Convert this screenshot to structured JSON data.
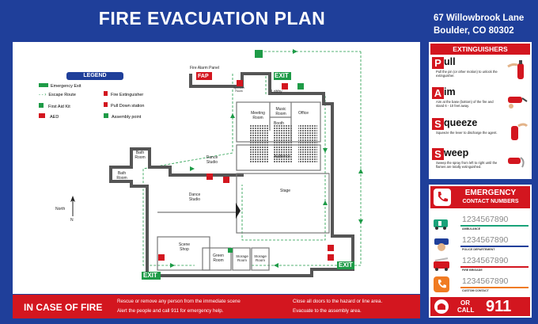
{
  "header": {
    "title": "FIRE EVACUATION PLAN",
    "address_line1": "67 Willowbrook Lane",
    "address_line2": "Boulder, CO 80302"
  },
  "legend": {
    "title": "LEGEND",
    "items": [
      "Emergency Exit",
      "Fire Extinguisher",
      "Escape Route",
      "Pull Down station",
      "First Aid Kit",
      "Assembly point",
      "AED"
    ]
  },
  "plan": {
    "exit_label": "EXIT",
    "fire_alarm_panel": "Fire Alarm Panel",
    "fap": "FAP",
    "sprinkler_room": "Sprinkler Room",
    "lobby": "Lobby",
    "meeting_room": "Meeting Room",
    "music_room": "Music Room",
    "booth": "Booth",
    "office": "Office",
    "audience": "Audience",
    "stage": "Stage",
    "bath_room": "Bath Room",
    "bath_room2": "Bath Room",
    "dance_studio": "Dance Studio",
    "dance_studio2": "Dance Studio",
    "scene_shop": "Scene Shop",
    "green_room": "Green Room",
    "storage_room1": "Storage Room",
    "storage_room2": "Storage Room",
    "north": "North",
    "n": "N"
  },
  "bottom": {
    "in_case": "IN CASE OF FIRE",
    "l1": "Rescue or remove any person from the immediate scene",
    "l2": "Alert the people and call 911 for emergency help.",
    "l3": "Close all doors to the hazard or line area.",
    "l4": "Evacuate to the assembly area."
  },
  "extinguishers": {
    "title": "EXTINGUISHERS",
    "steps": [
      {
        "letter": "P",
        "rest": "ull",
        "desc": "Pull the pin (or other motion) to unlock the extinguisher."
      },
      {
        "letter": "A",
        "rest": "im",
        "desc": "Aim at the base (bottom) of the fire and stand 6 - 10 feet away."
      },
      {
        "letter": "S",
        "rest": "queeze",
        "desc": "Squeeze the lever to discharge the agent."
      },
      {
        "letter": "S",
        "rest": "weep",
        "desc": "Sweep the spray from left to right until the flames are totally extinguished."
      }
    ]
  },
  "contacts": {
    "title1": "EMERGENCY",
    "title2": "CONTACT NUMBERS",
    "items": [
      {
        "number": "1234567890",
        "label": "AMBULANCE",
        "color": "#1aa37a"
      },
      {
        "number": "1234567890",
        "label": "POLICE DEPARTEMENT",
        "color": "#1f3f9a"
      },
      {
        "number": "1234567890",
        "label": "FIRE BRIGADE",
        "color": "#d3161f"
      },
      {
        "number": "1234567890",
        "label": "CUSTOM CONTACT",
        "color": "#f07b22"
      }
    ],
    "or_call": "OR CALL",
    "or": "OR",
    "call": "CALL",
    "emergency": "911"
  },
  "colors": {
    "blue": "#1f3f9a",
    "red": "#d3161f",
    "green": "#1e9b47"
  }
}
